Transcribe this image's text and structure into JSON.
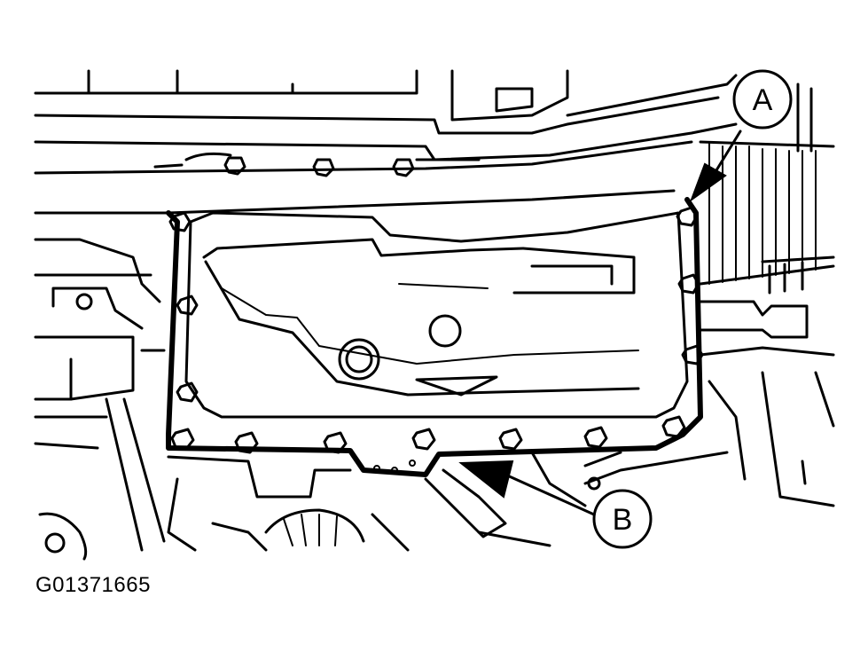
{
  "diagram": {
    "callouts": [
      {
        "id": "A",
        "label": "A"
      },
      {
        "id": "B",
        "label": "B"
      }
    ],
    "figure_id": "G01371665"
  },
  "colors": {
    "ink": "#000000",
    "paper": "#ffffff"
  }
}
